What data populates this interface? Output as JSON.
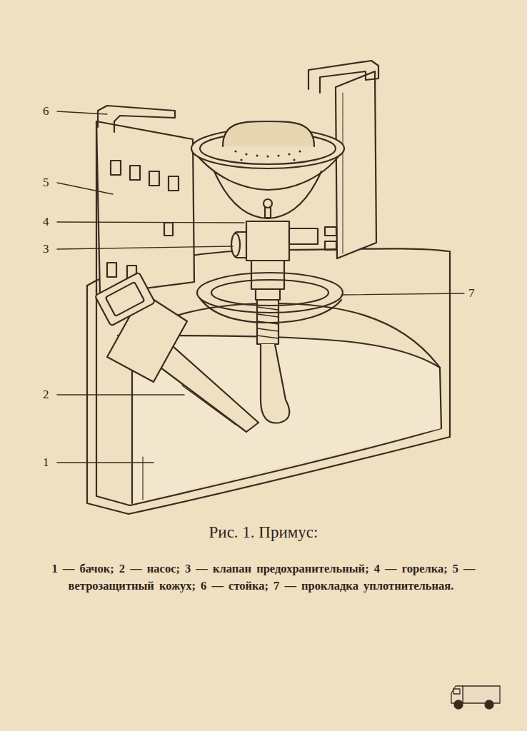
{
  "diagram": {
    "caption": "Рис. 1. Примус:",
    "labels": [
      "6",
      "5",
      "4",
      "3",
      "7",
      "2",
      "1",
      "1 — бачок;",
      "2 — насос;",
      "3 — клапан предохранительный;",
      "4 — горелка;",
      "5 — ветрозащитный кожух;",
      "6 — стойка;",
      "7 — прокладка уплотнительная."
    ]
  }
}
